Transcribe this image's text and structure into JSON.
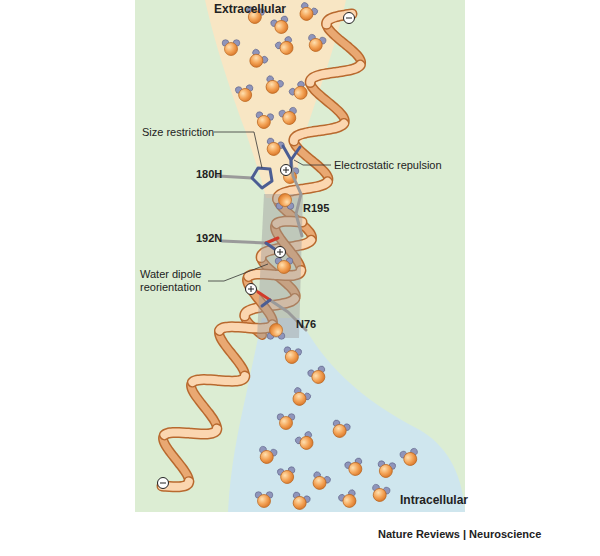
{
  "diagram": {
    "labels": [
      "Extracellular",
      "Size restriction",
      "180H",
      "Electrostatic repulsion",
      "R195",
      "192N",
      "Water dipole reorientation",
      "N76",
      "Intracellular",
      "Nature Reviews | Neuroscience"
    ]
  }
}
